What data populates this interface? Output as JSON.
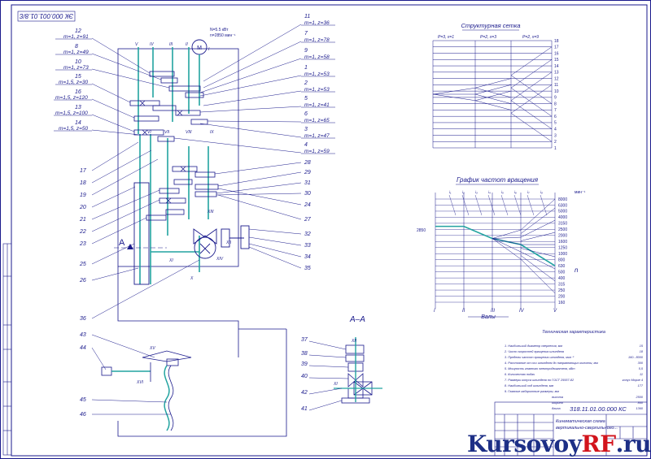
{
  "corner_code": "ЭК 000.001.01.8/Ɛ",
  "title_block": {
    "number": "318.11.01.00.000 КС",
    "name_line1": "Кинематическая схема",
    "name_line2": "вертикально-сверлильного..."
  },
  "motor": {
    "label_line1": "N=5.5 кВт",
    "label_line2": "n=2850 мин⁻¹"
  },
  "left_callouts": [
    {
      "num": "12",
      "spec": "m=1, z=91"
    },
    {
      "num": "8",
      "spec": "m=1, z=49"
    },
    {
      "num": "10",
      "spec": "m=1, z=73"
    },
    {
      "num": "15",
      "spec": "m=1,5, z=30"
    },
    {
      "num": "16",
      "spec": "m=1,5, z=120"
    },
    {
      "num": "13",
      "spec": "m=1,5, z=100"
    },
    {
      "num": "14",
      "spec": "m=1,5, z=50"
    }
  ],
  "right_callouts": [
    {
      "num": "11",
      "spec": "m=1, z=36"
    },
    {
      "num": "7",
      "spec": "m=1, z=78"
    },
    {
      "num": "9",
      "spec": "m=1, z=58"
    },
    {
      "num": "1",
      "spec": "m=1, z=53"
    },
    {
      "num": "2",
      "spec": "m=1, z=53"
    },
    {
      "num": "5",
      "spec": "m=1, z=41"
    },
    {
      "num": "6",
      "spec": "m=1, z=65"
    },
    {
      "num": "3",
      "spec": "m=1, z=47"
    },
    {
      "num": "4",
      "spec": "m=1, z=59"
    }
  ],
  "left_numbers": [
    "17",
    "18",
    "19",
    "20",
    "21",
    "22",
    "23",
    "25",
    "26"
  ],
  "right_numbers": [
    "28",
    "29",
    "31",
    "30",
    "24",
    "27",
    "32",
    "33",
    "34",
    "35"
  ],
  "bottom_numbers": [
    "36",
    "43",
    "44",
    "45",
    "46"
  ],
  "shaft_labels": [
    "V",
    "IV",
    "III",
    "II",
    "I",
    "VI",
    "VII",
    "VIII",
    "IX",
    "XIII",
    "XI",
    "XIV",
    "X",
    "XII",
    "XV",
    "XVI"
  ],
  "section_mark": "A",
  "section_title": "A–A",
  "section_numbers": [
    "37",
    "38",
    "39",
    "40",
    "42",
    "41"
  ],
  "structure_grid": {
    "title": "Структурная сетка",
    "groups": [
      "P=3, x=1",
      "P=2, x=3",
      "P=2, x=9"
    ],
    "levels": [
      "18",
      "17",
      "16",
      "15",
      "14",
      "13",
      "12",
      "11",
      "10",
      "9",
      "8",
      "7",
      "6",
      "5",
      "4",
      "3",
      "2",
      "1"
    ]
  },
  "speed_graph": {
    "title": "График частот вращения",
    "unit_top": "мин⁻¹",
    "start_value": "2850",
    "speeds": [
      "8000",
      "6300",
      "5000",
      "4000",
      "3150",
      "2500",
      "2000",
      "1600",
      "1250",
      "1000",
      "800",
      "630",
      "500",
      "400",
      "315",
      "250",
      "200",
      "160"
    ],
    "rows": [
      "I",
      "II",
      "III",
      "IV",
      "V"
    ],
    "shafts_caption": "Валы",
    "n_label": "n",
    "gear_marks": [
      "i₁",
      "i₂",
      "i₃",
      "i₄",
      "i₅",
      "i₆",
      "i₇",
      "i₈"
    ]
  },
  "tech": {
    "title": "Техническая характеристика",
    "rows": [
      {
        "label": "1. Наибольший диаметр сверления, мм",
        "value": "15"
      },
      {
        "label": "2. Число скоростей вращения шпинделя",
        "value": "18"
      },
      {
        "label": "3. Пределы частот вращения шпинделя, мин⁻¹",
        "value": "160...8000"
      },
      {
        "label": "4. Расстояние от оси шпинделя до направляющих колонны, мм",
        "value": "300"
      },
      {
        "label": "5. Мощность главного электродвигателя, кВт",
        "value": "5,5"
      },
      {
        "label": "6. Количество подач",
        "value": "11"
      },
      {
        "label": "7. Размеры конуса шпинделя по ГОСТ 25557-82",
        "value": "конус Морзе 4"
      },
      {
        "label": "8. Наибольший ход шпинделя, мм",
        "value": "177"
      },
      {
        "label": "9. Главные габаритные размеры, мм",
        "value": ""
      },
      {
        "label": "высота",
        "value": "2500"
      },
      {
        "label": "ширина",
        "value": "860"
      },
      {
        "label": "длина",
        "value": "1360"
      }
    ]
  },
  "watermark": {
    "part1": "Kursovoy",
    "part2": "RF",
    "part3": ".ru"
  },
  "colors": {
    "line": "#1a1a8c",
    "shaft": "#22a3a0",
    "speed_path": "#22a3a0",
    "watermark_blue": "#1d2f86",
    "watermark_red": "#d2141c"
  }
}
